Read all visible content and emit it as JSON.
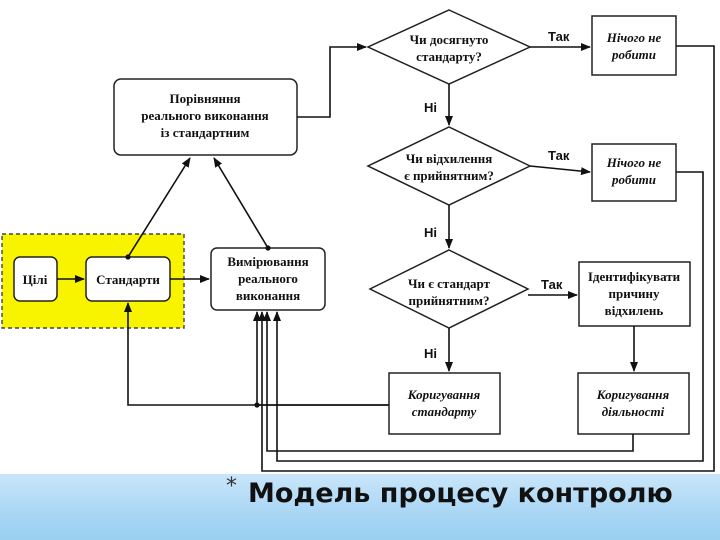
{
  "nodes": {
    "compare": [
      "Порівняння",
      "реального виконання",
      "із стандартним"
    ],
    "goals": "Цілі",
    "standards": "Стандарти",
    "measure": [
      "Вимірювання",
      "реального",
      "виконання"
    ],
    "q1": [
      "Чи досягнуто",
      "стандарту?"
    ],
    "q2": [
      "Чи відхилення",
      "є прийнятним?"
    ],
    "q3": [
      "Чи є стандарт",
      "прийнятним?"
    ],
    "nothing1": [
      "Нічого не",
      "робити"
    ],
    "nothing2": [
      "Нічого не",
      "робити"
    ],
    "identify": [
      "Ідентифікувати",
      "причину",
      "відхилень"
    ],
    "correct_standard": [
      "Коригування",
      "стандарту"
    ],
    "correct_activity": [
      "Коригування",
      "діяльності"
    ]
  },
  "edges": {
    "yes": "Так",
    "no": "Ні"
  },
  "footer": {
    "bullet": "*",
    "title": "Модель процесу контролю"
  },
  "colors": {
    "highlight": "#f8f400",
    "highlight_border": "#444444",
    "footer_bg": "#a9d6f5",
    "line": "#111111"
  }
}
